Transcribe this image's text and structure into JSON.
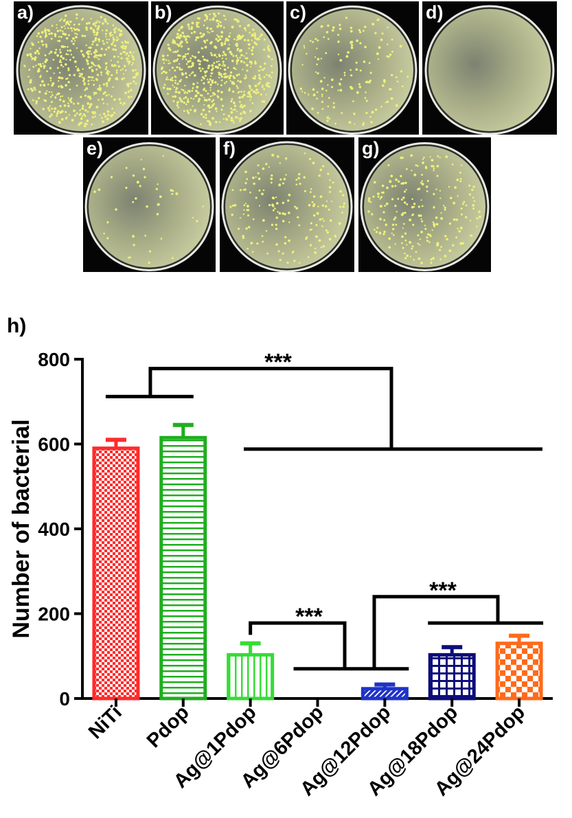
{
  "panels": [
    {
      "label": "a)",
      "colony_count": 560
    },
    {
      "label": "b)",
      "colony_count": 600
    },
    {
      "label": "c)",
      "colony_count": 150
    },
    {
      "label": "d)",
      "colony_count": 0
    },
    {
      "label": "e)",
      "colony_count": 40
    },
    {
      "label": "f)",
      "colony_count": 170
    },
    {
      "label": "g)",
      "colony_count": 220
    }
  ],
  "colors": {
    "photo_background": "#050505",
    "agar": "#c9cda0",
    "colony": "#eef07a",
    "dish_rim": "#e7e9e2"
  },
  "chart_data": {
    "type": "bar",
    "panel_label": "h)",
    "categories": [
      "NiTi",
      "Pdop",
      "Ag@1Pdop",
      "Ag@6Pdop",
      "Ag@12Pdop",
      "Ag@18Pdop",
      "Ag@24Pdop"
    ],
    "values": [
      590,
      615,
      103,
      0,
      23,
      103,
      130
    ],
    "errors": [
      20,
      30,
      27,
      0,
      10,
      18,
      18
    ],
    "colors": [
      "#ff2b2b",
      "#1fae1f",
      "#36dc36",
      "#3a4fd8",
      "#1f33c9",
      "#0c0e7a",
      "#ff6a1a"
    ],
    "patterns": [
      "checker-small",
      "horizontal-lines",
      "vertical-lines",
      "solid",
      "diagonal",
      "grid",
      "checker-large"
    ],
    "ylabel": "Number of bacterial",
    "xlabel": "",
    "ylim": [
      0,
      800
    ],
    "yticks": [
      0,
      200,
      400,
      600,
      800
    ],
    "grid": false,
    "significance": [
      "***",
      "***",
      "***"
    ]
  }
}
